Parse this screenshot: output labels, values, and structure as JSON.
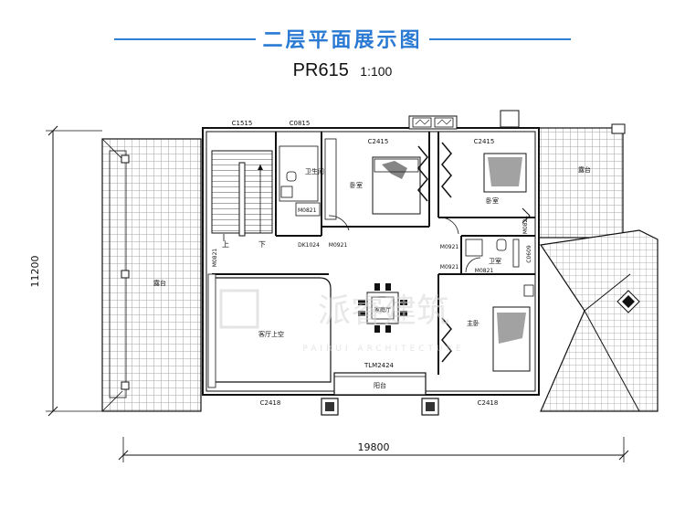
{
  "header": {
    "title": "二层平面展示图",
    "plan_code": "PR615",
    "scale": "1:100"
  },
  "dimensions": {
    "total_width": "19800",
    "total_height": "11200"
  },
  "windows": {
    "c1515": "C1515",
    "c0815": "C0815",
    "c2415_a": "C2415",
    "c2415_b": "C2415",
    "c2418_a": "C2418",
    "c2418_b": "C2418",
    "c0609": "C0609"
  },
  "doors": {
    "m0821_a": "M0821",
    "m0821_b": "M0821",
    "m0821_c": "M0821",
    "m0821_d": "M0821",
    "dk1024": "DK1024",
    "m0921_a": "M0921",
    "m0921_b": "M0921",
    "m0921_c": "M0921",
    "tlm2424": "TLM2424"
  },
  "rooms": {
    "terrace_left": "露台",
    "terrace_right": "露台",
    "bathroom": "卫生间",
    "bedroom_a": "卧室",
    "bedroom_b": "卧室",
    "living_void": "客厅上空",
    "family_room": "家庭厅",
    "master_bedroom": "主卧",
    "balcony": "阳台",
    "bathroom_b": "卫室",
    "stair_up": "上",
    "stair_down": "下"
  },
  "watermark": {
    "cn": "派睿建筑",
    "en": "PAIRUI ARCHITECTURE"
  },
  "colors": {
    "accent": "#2a7ad3",
    "line": "#111111",
    "tile": "#8a8a8a",
    "watermark": "#d6d6d6"
  }
}
